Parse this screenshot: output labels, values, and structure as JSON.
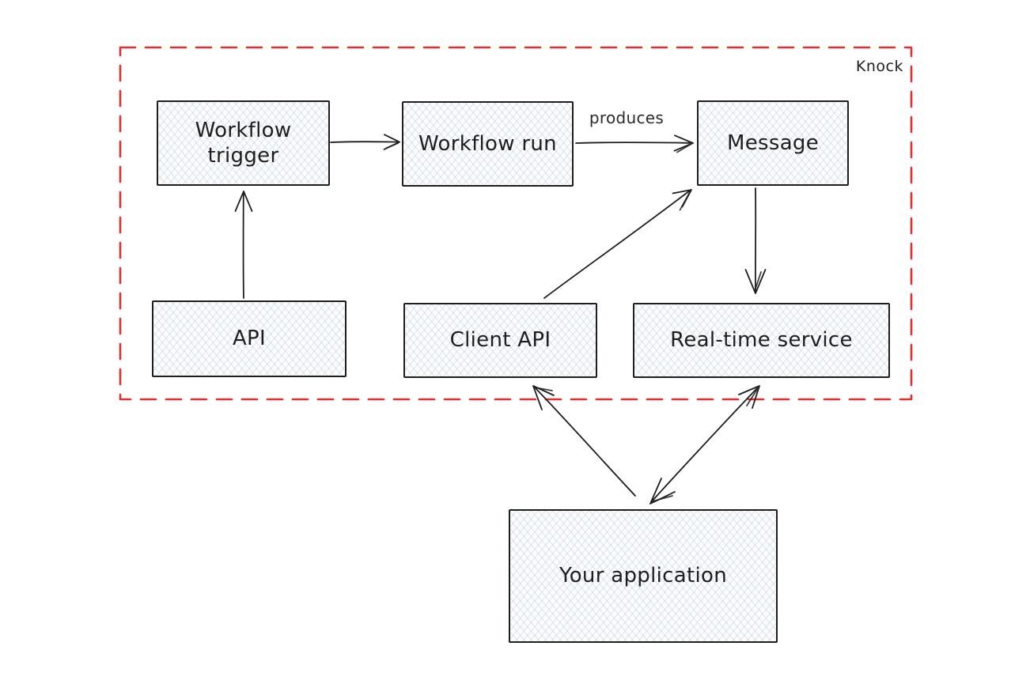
{
  "diagram": {
    "group": {
      "label": "Knock",
      "border_color": "#e03131"
    },
    "nodes": [
      {
        "id": "workflow-trigger",
        "label": "Workflow trigger"
      },
      {
        "id": "workflow-run",
        "label": "Workflow run"
      },
      {
        "id": "message",
        "label": "Message"
      },
      {
        "id": "api",
        "label": "API"
      },
      {
        "id": "client-api",
        "label": "Client API"
      },
      {
        "id": "real-time-service",
        "label": "Real-time service"
      },
      {
        "id": "your-application",
        "label": "Your application"
      }
    ],
    "edges": [
      {
        "from": "Workflow trigger",
        "to": "Workflow run",
        "label": "",
        "arrow": "single"
      },
      {
        "from": "Workflow run",
        "to": "Message",
        "label": "produces",
        "arrow": "single"
      },
      {
        "from": "API",
        "to": "Workflow trigger",
        "label": "",
        "arrow": "single"
      },
      {
        "from": "Client API",
        "to": "Message",
        "label": "",
        "arrow": "single"
      },
      {
        "from": "Message",
        "to": "Real-time service",
        "label": "",
        "arrow": "single"
      },
      {
        "from": "Your application",
        "to": "Client API",
        "label": "",
        "arrow": "single"
      },
      {
        "from": "Your application",
        "to": "Real-time service",
        "label": "",
        "arrow": "double"
      }
    ],
    "colors": {
      "group_border": "#e03131",
      "node_stroke": "#1e1e1e",
      "node_fill": "#fbfcfd",
      "hatch": "#9eaab8",
      "background": "#ffffff",
      "text": "#1e1e1e"
    }
  }
}
